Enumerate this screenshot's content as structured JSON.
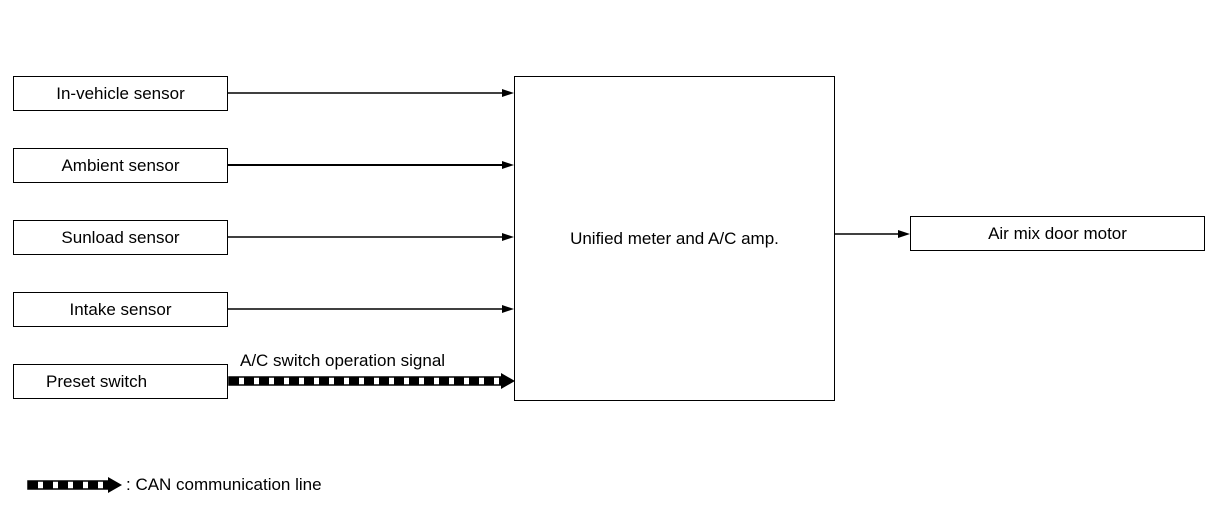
{
  "inputs": [
    {
      "label": "In-vehicle sensor"
    },
    {
      "label": "Ambient sensor"
    },
    {
      "label": "Sunload sensor"
    },
    {
      "label": "Intake sensor"
    },
    {
      "label": "Preset switch"
    }
  ],
  "controller": {
    "label": "Unified meter and A/C amp."
  },
  "output": {
    "label": "Air mix door motor"
  },
  "can_signal": {
    "label": "A/C switch operation signal"
  },
  "legend": {
    "label": ": CAN communication line"
  }
}
